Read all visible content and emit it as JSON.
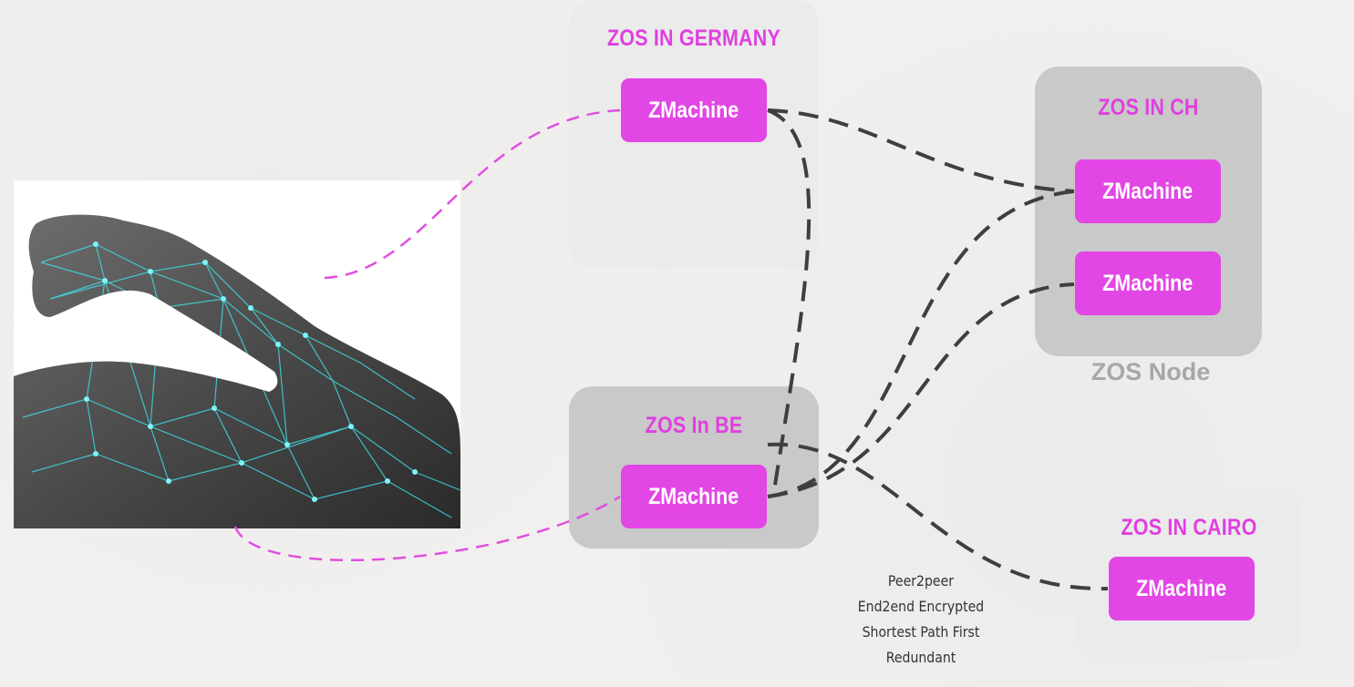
{
  "nodes": {
    "germany": {
      "title": "ZOS IN GERMANY",
      "machine": "ZMachine"
    },
    "ch": {
      "title": "ZOS IN CH",
      "machines": [
        "ZMachine",
        "ZMachine"
      ]
    },
    "be": {
      "title": "ZOS In BE",
      "machine": "ZMachine"
    },
    "cairo": {
      "title": "ZOS IN CAIRO",
      "machine": "ZMachine"
    }
  },
  "legend_label": "ZOS Node",
  "network_notes": [
    "Peer2peer",
    "End2end Encrypted",
    "Shortest Path First",
    "Redundant"
  ],
  "colors": {
    "accent": "#e246e4",
    "title_accent": "#e03fe0",
    "light_box": "#ebebeb",
    "dark_box": "#c9c9c9",
    "link_dark": "#3f3f3f",
    "link_user": "#e04ee0",
    "network_glow": "#3fe0e8"
  },
  "icons": {
    "user_image": "flexed-arm-network-image"
  }
}
